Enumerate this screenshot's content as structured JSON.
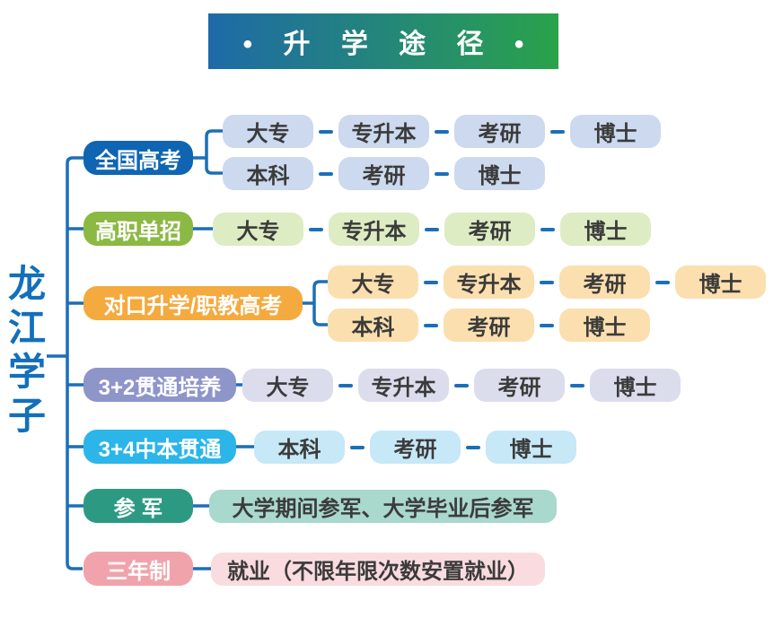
{
  "banner": {
    "title": "• 升 学 途 径 •",
    "gradient_from": "#1e6aa8",
    "gradient_to": "#2aa24b"
  },
  "root": {
    "label": "龙江学子",
    "color": "#1270bb"
  },
  "line_color": "#1b6fb8",
  "tree": {
    "branches": [
      {
        "label": "全国高考",
        "label_bg": "#0f65b2",
        "pill_bg": "#ccd9ee",
        "rows": [
          {
            "pills": [
              "大专",
              "专升本",
              "考研",
              "博士"
            ]
          },
          {
            "pills": [
              "本科",
              "考研",
              "博士"
            ]
          }
        ]
      },
      {
        "label": "高职单招",
        "label_bg": "#8bb943",
        "pill_bg": "#ddecc3",
        "rows": [
          {
            "pills": [
              "大专",
              "专升本",
              "考研",
              "博士"
            ]
          }
        ]
      },
      {
        "label": "对口升学/职教高考",
        "label_bg": "#f4aa3e",
        "pill_bg": "#fbdfae",
        "rows": [
          {
            "pills": [
              "大专",
              "专升本",
              "考研",
              "博士"
            ]
          },
          {
            "pills": [
              "本科",
              "考研",
              "博士"
            ]
          }
        ]
      },
      {
        "label": "3+2贯通培养",
        "label_bg": "#8e95c8",
        "pill_bg": "#dbdded",
        "rows": [
          {
            "pills": [
              "大专",
              "专升本",
              "考研",
              "博士"
            ]
          }
        ]
      },
      {
        "label": "3+4中本贯通",
        "label_bg": "#2bb5e9",
        "pill_bg": "#c6e8f7",
        "rows": [
          {
            "pills": [
              "本科",
              "考研",
              "博士"
            ]
          }
        ]
      },
      {
        "label": "参 军",
        "label_bg": "#2c9a82",
        "pill_bg": "#a9d8cd",
        "rows": [
          {
            "pills": [
              "大学期间参军、大学毕业后参军"
            ]
          }
        ]
      },
      {
        "label": "三年制",
        "label_bg": "#f1a3ab",
        "pill_bg": "#fadce0",
        "rows": [
          {
            "pills": [
              "就业（不限年限次数安置就业）"
            ]
          }
        ]
      }
    ]
  }
}
